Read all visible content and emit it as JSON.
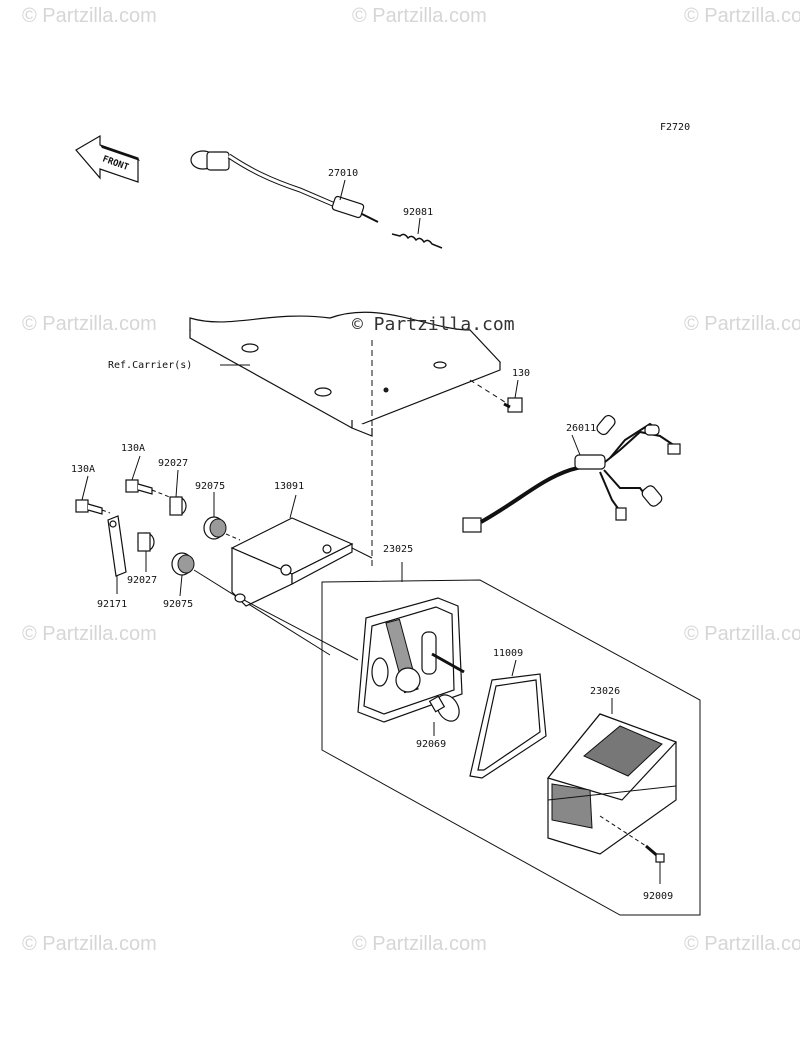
{
  "figure_code": "F2720",
  "front_arrow_text": "FRONT",
  "ref_label": "Ref.Carrier(s)",
  "center_watermark": "© Partzilla.com",
  "watermark_text": "© Partzilla.com",
  "part_labels": [
    {
      "id": "27010",
      "text": "27010"
    },
    {
      "id": "92081",
      "text": "92081"
    },
    {
      "id": "130",
      "text": "130"
    },
    {
      "id": "26011",
      "text": "26011"
    },
    {
      "id": "130A-a",
      "text": "130A"
    },
    {
      "id": "130A-b",
      "text": "130A"
    },
    {
      "id": "92027-a",
      "text": "92027"
    },
    {
      "id": "92075-a",
      "text": "92075"
    },
    {
      "id": "13091",
      "text": "13091"
    },
    {
      "id": "23025",
      "text": "23025"
    },
    {
      "id": "92171",
      "text": "92171"
    },
    {
      "id": "92027-b",
      "text": "92027"
    },
    {
      "id": "92075-b",
      "text": "92075"
    },
    {
      "id": "11009",
      "text": "11009"
    },
    {
      "id": "23026",
      "text": "23026"
    },
    {
      "id": "92069",
      "text": "92069"
    },
    {
      "id": "92009",
      "text": "92009"
    }
  ]
}
